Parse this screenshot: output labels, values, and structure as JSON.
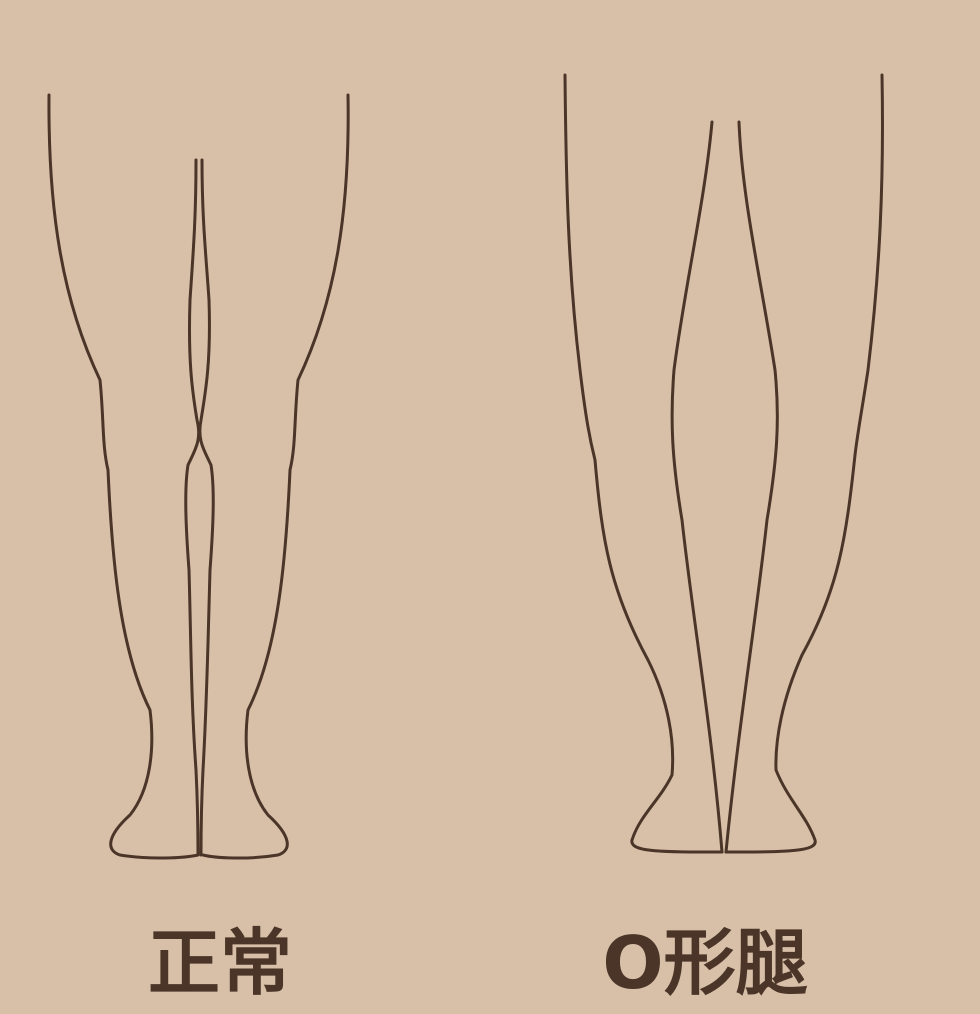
{
  "colors": {
    "background": "#d8c0a8",
    "line": "#4a3528"
  },
  "figures": [
    {
      "id": "normal",
      "label": "正常"
    },
    {
      "id": "o_legs",
      "label": "O形腿"
    }
  ]
}
